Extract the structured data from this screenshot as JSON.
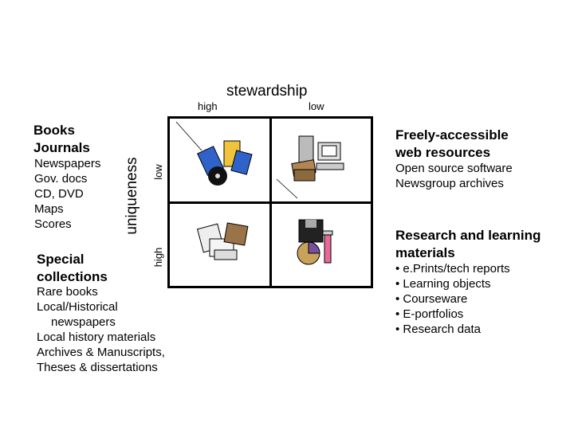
{
  "axes": {
    "top_title": "stewardship",
    "top_high": "high",
    "top_low": "low",
    "left_title": "uniqueness",
    "left_low": "low",
    "left_high": "high"
  },
  "top_left": {
    "heading": [
      "Books",
      "Journals"
    ],
    "items": [
      "Newspapers",
      "Gov. docs",
      "CD, DVD",
      "Maps",
      "Scores"
    ]
  },
  "bottom_left": {
    "heading": [
      "Special",
      "collections"
    ],
    "items": [
      "Rare books",
      "Local/Historical",
      "newspapers",
      "Local history materials",
      "Archives & Manuscripts,",
      "Theses & dissertations"
    ]
  },
  "top_right": {
    "heading": [
      "Freely-accessible",
      "web resources"
    ],
    "items": [
      "Open source software",
      "Newsgroup archives"
    ]
  },
  "bottom_right": {
    "heading": [
      "Research and learning",
      "materials"
    ],
    "items": [
      "• e.Prints/tech reports",
      "• Learning objects",
      "• Courseware",
      "• E-portfolios",
      "• Research data"
    ]
  },
  "icons": [
    "books-cd-icon",
    "computer-books-icon",
    "newspapers-books-icon",
    "floppy-chart-flask-icon"
  ]
}
